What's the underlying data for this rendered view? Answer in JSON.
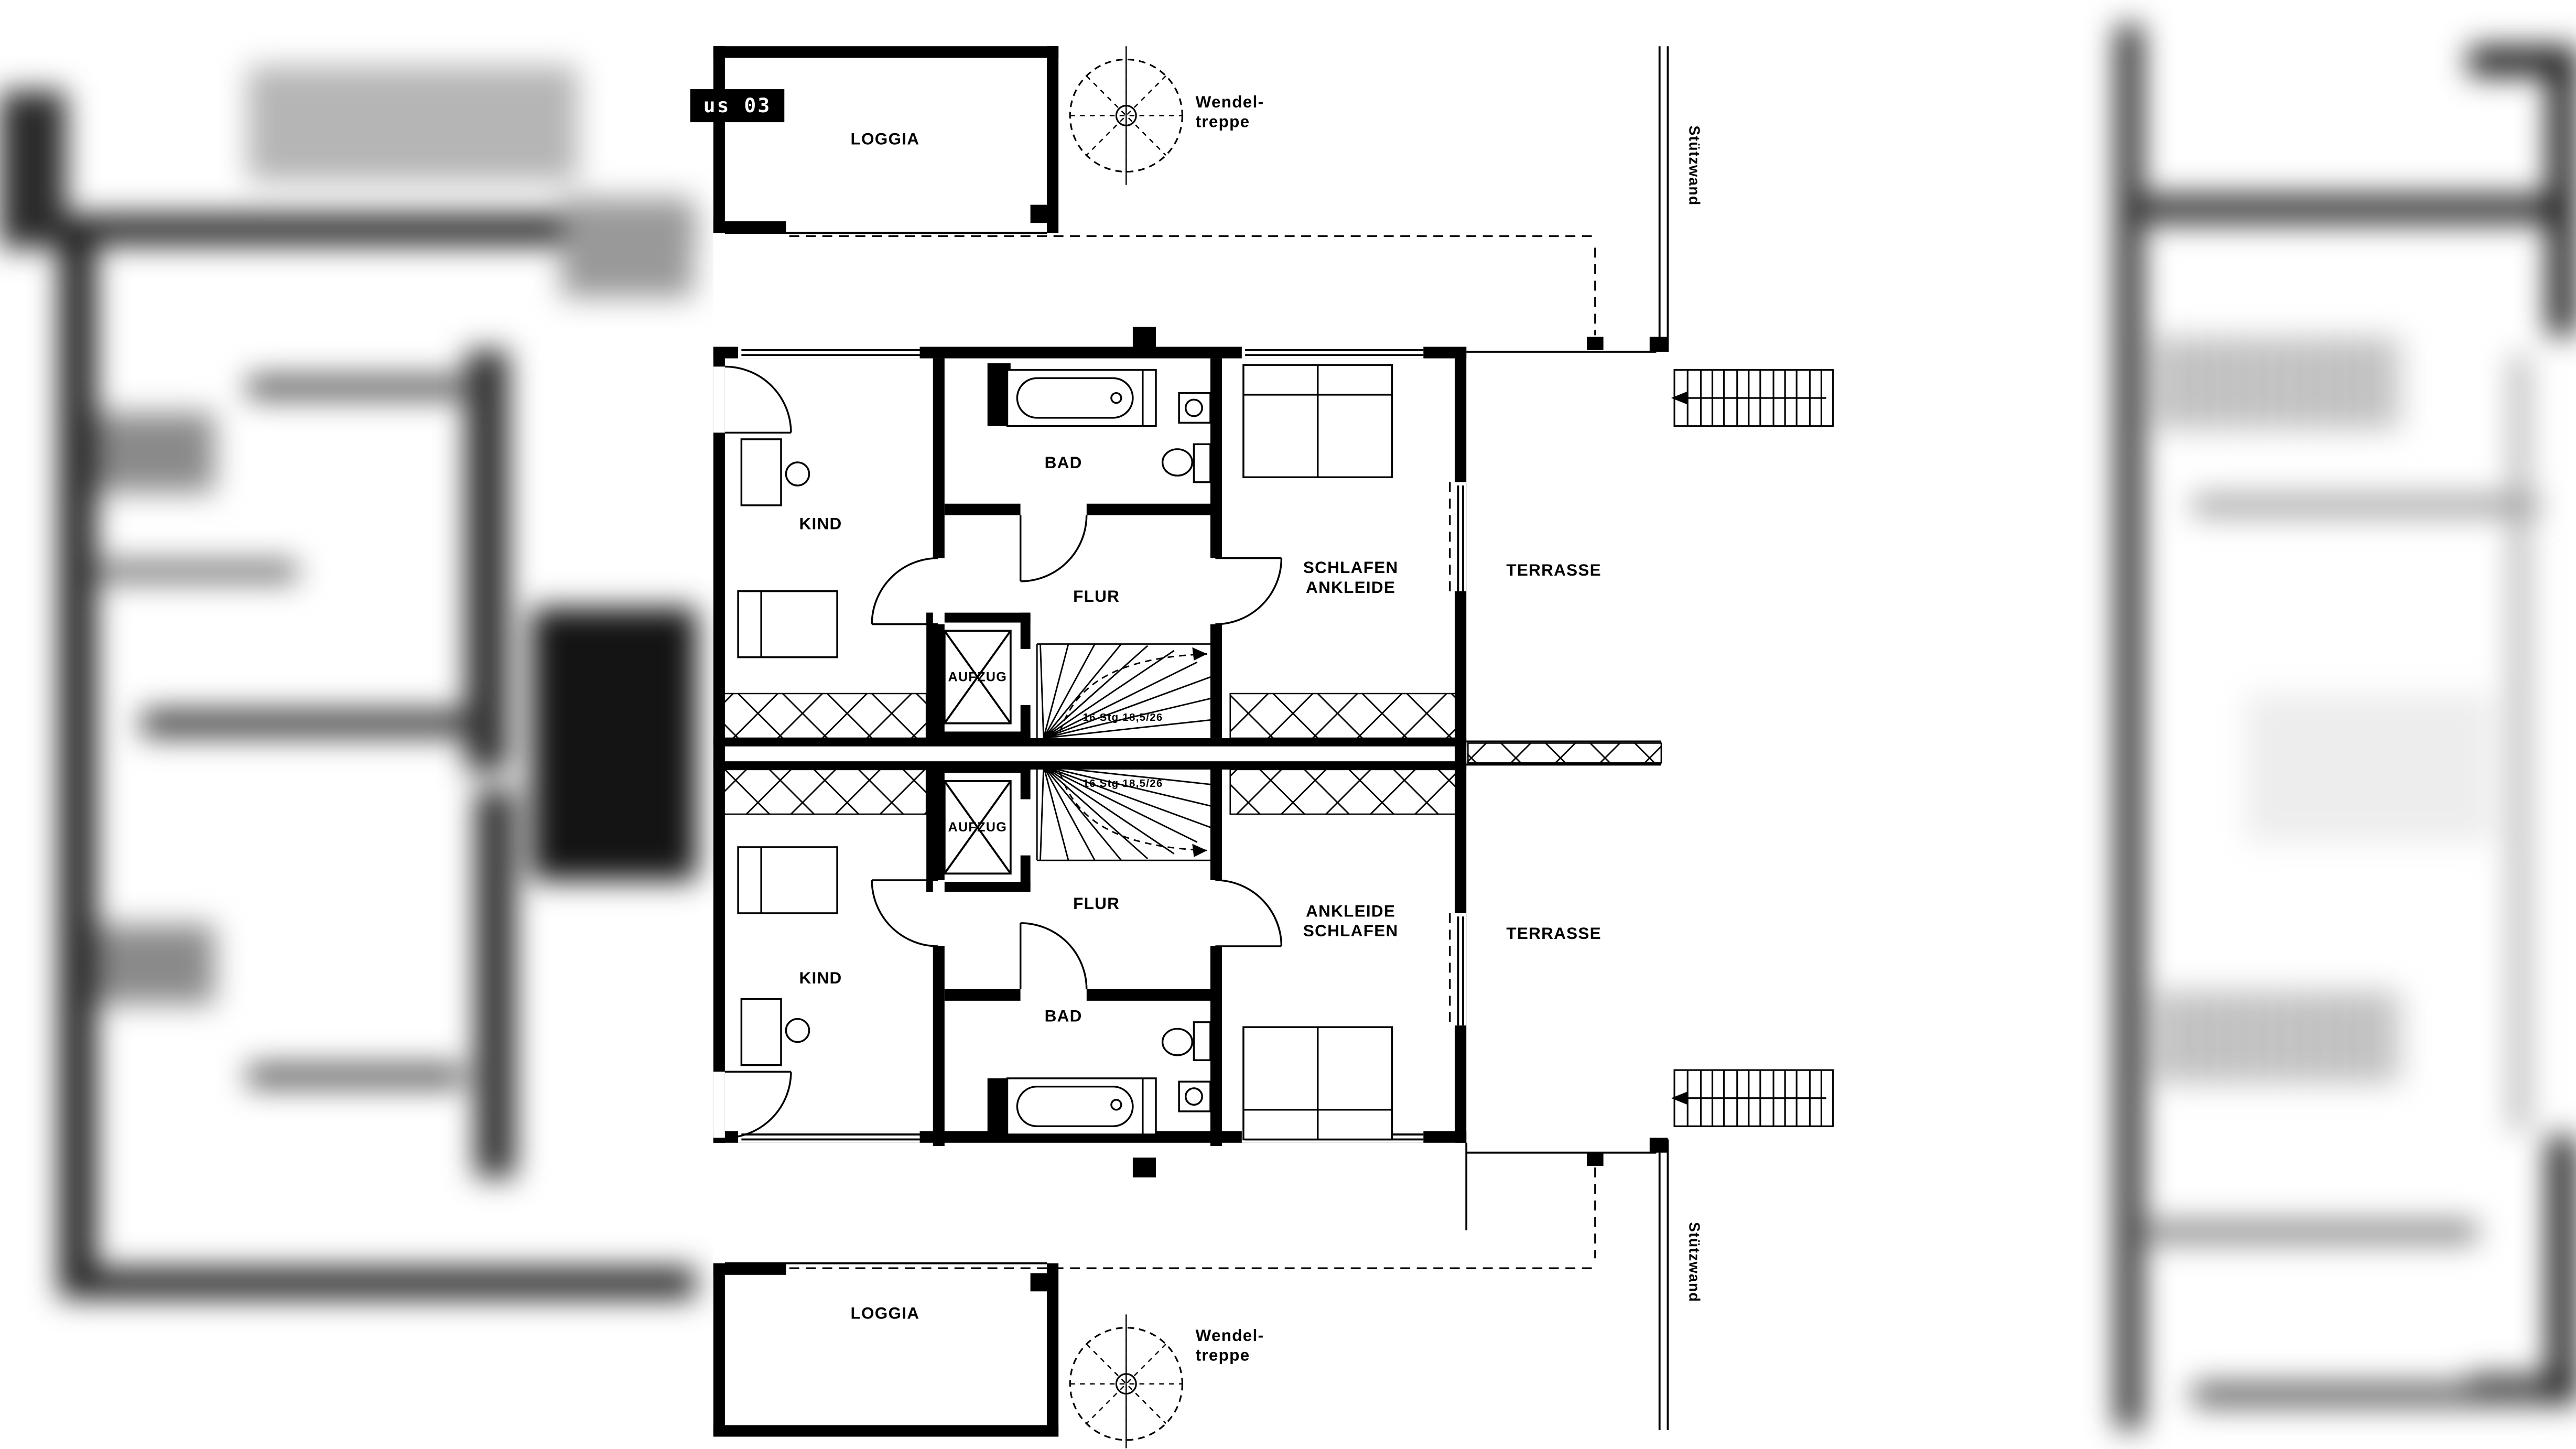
{
  "colors": {
    "ink": "#000000",
    "paper": "#ffffff"
  },
  "plan": {
    "tag": "us 03",
    "loggia_top": "LOGGIA",
    "loggia_bottom": "LOGGIA",
    "wendeltreppe": {
      "line1": "Wendel-",
      "line2": "treppe"
    },
    "stuetzwand": "Stützwand",
    "unit_top": {
      "kind": "KIND",
      "bad": "BAD",
      "flur": "FLUR",
      "aufzug": "AUFZUG",
      "bedroom_line1": "SCHLAFEN",
      "bedroom_line2": "ANKLEIDE",
      "terrasse": "TERRASSE",
      "stair_note": "16 Stg 18,5/26"
    },
    "unit_bottom": {
      "kind": "KIND",
      "bad": "BAD",
      "flur": "FLUR",
      "aufzug": "AUFZUG",
      "bedroom_line1": "ANKLEIDE",
      "bedroom_line2": "SCHLAFEN",
      "terrasse": "TERRASSE",
      "stair_note": "16 Stg 18,5/26"
    }
  }
}
